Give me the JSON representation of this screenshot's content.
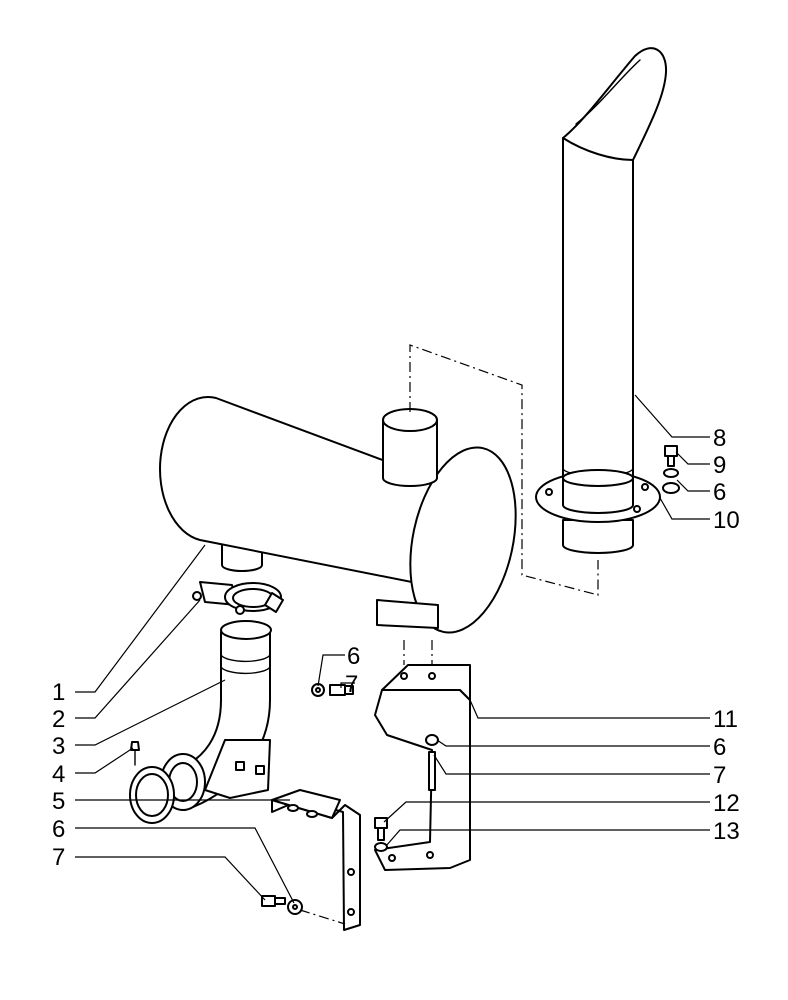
{
  "callouts": {
    "left": [
      "1",
      "2",
      "3",
      "4",
      "5",
      "6",
      "7"
    ],
    "top": [
      "6",
      "7"
    ],
    "right": [
      "8",
      "9",
      "6",
      "10",
      "11",
      "6",
      "7",
      "12",
      "13"
    ]
  }
}
